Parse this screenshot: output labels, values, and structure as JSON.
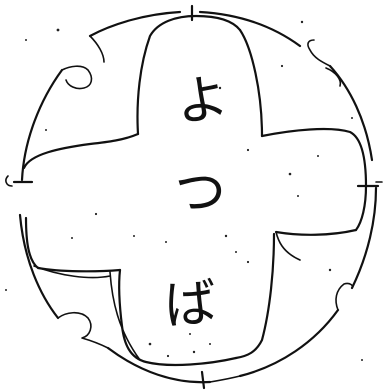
{
  "drawing": {
    "characters": [
      "よ",
      "つ",
      "ば"
    ],
    "ink_color": "#111111",
    "background_color": "#ffffff"
  }
}
